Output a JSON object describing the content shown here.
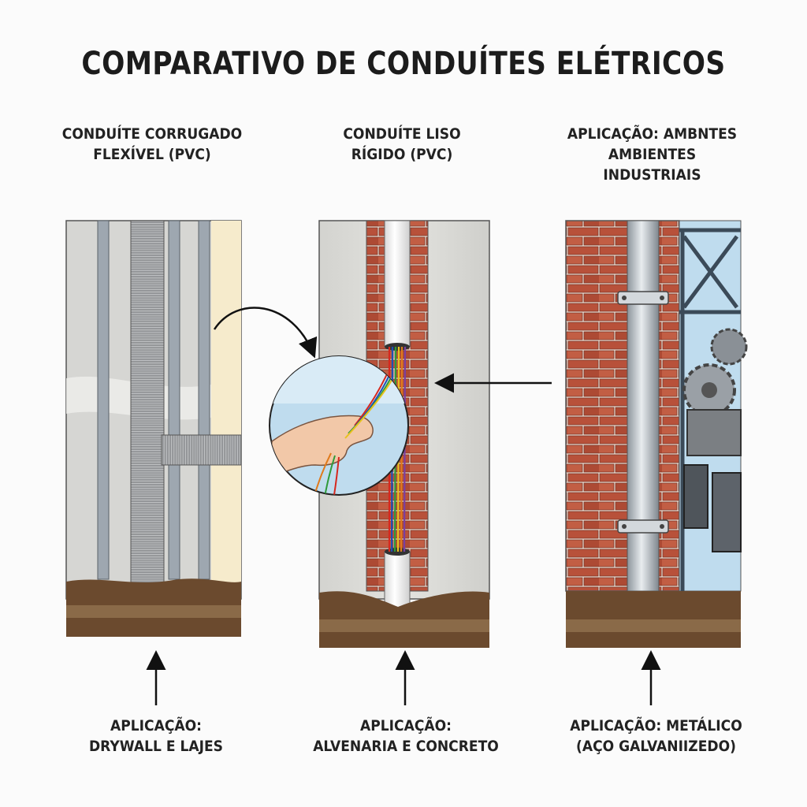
{
  "title": "COMPARATIVO DE CONDUÍTES ELÉTRICOS",
  "panels": [
    {
      "top_label": [
        "CONDUÍTE CORRUGADO",
        "FLEXÍVEL (PVC)"
      ],
      "bottom_label": [
        "APLICAÇÃO:",
        "DRYWALL E LAJES"
      ]
    },
    {
      "top_label": [
        "CONDUÍTE LISO",
        "RÍGIDO (PVC)"
      ],
      "bottom_label": [
        "APLICAÇÃO:",
        "ALVENARIA E CONCRETO"
      ]
    },
    {
      "top_label": [
        "APLICAÇÃO: AMBNTES",
        "AMBIENTES",
        "INDUSTRIAIS"
      ],
      "bottom_label": [
        "APLICAÇÃO: METÁLICO",
        "(AÇO GALVANIIZEDO)"
      ]
    }
  ],
  "colors": {
    "brick": "#b8513a",
    "concrete": "#d9d9d6",
    "soil": "#6b4a2e",
    "pvc_white": "#f4f4f4",
    "metal": "#b9c0c6",
    "sky": "#bfdcee",
    "wire_colors": [
      "#d6281e",
      "#1f4fb5",
      "#2f9a3a",
      "#e8c21f",
      "#e07a1c",
      "#7a3fa0"
    ]
  }
}
